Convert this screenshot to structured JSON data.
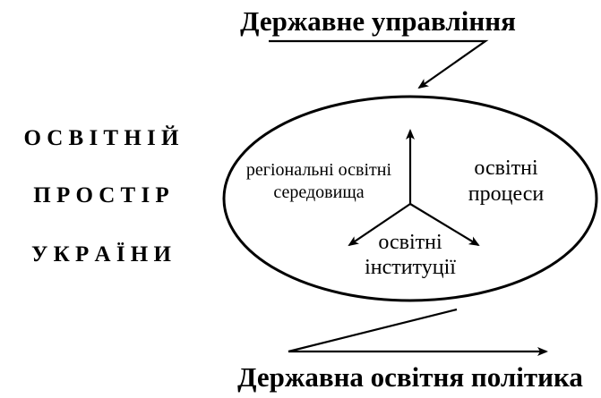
{
  "top_label": "Державне управління",
  "bottom_label": "Державна освітня політика",
  "left_title": {
    "line1": "О С В І Т Н І Й",
    "line2": "П Р О С Т І Р",
    "line3": "У К Р А Ї Н И"
  },
  "inside": {
    "regional_line1": "регіональні освітні",
    "regional_line2": "середовища",
    "processes_line1": "освітні",
    "processes_line2": "процеси",
    "institutions_line1": "освітні",
    "institutions_line2": "інституції"
  },
  "colors": {
    "ink": "#000000",
    "background": "#ffffff"
  }
}
